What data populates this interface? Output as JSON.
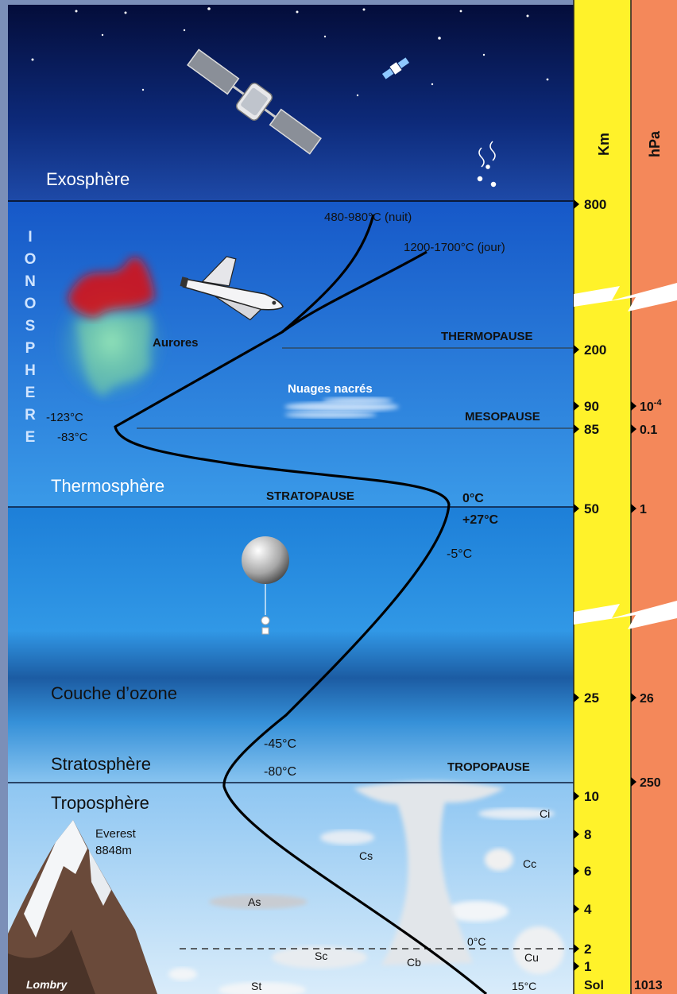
{
  "layers": {
    "exosphere": "Exosphère",
    "thermosphere": "Thermosphère",
    "ozone": "Couche d’ozone",
    "stratosphere": "Stratosphère",
    "troposphere": "Troposphère"
  },
  "ionosphere_letters": [
    "I",
    "O",
    "N",
    "O",
    "S",
    "P",
    "H",
    "E",
    "R",
    "E"
  ],
  "boundaries": {
    "thermopause": "THERMOPAUSE",
    "mesopause": "MESOPAUSE",
    "stratopause": "STRATOPAUSE",
    "tropopause": "TROPOPAUSE"
  },
  "temperatures": {
    "night": "480-980°C (nuit)",
    "day": "1200-1700°C (jour)",
    "meso_top": "-123°C",
    "meso_bottom": "-83°C",
    "strato_a": "0°C",
    "strato_b": "+27°C",
    "strato_c": "-5°C",
    "tropo_a": "-45°C",
    "tropo_b": "-80°C",
    "freeze": "0°C",
    "ground": "15°C"
  },
  "labels": {
    "aurores": "Aurores",
    "nuages_nacres": "Nuages nacrés",
    "everest_name": "Everest",
    "everest_height": "8848m",
    "signature": "Lombry"
  },
  "clouds": {
    "ci": "Ci",
    "cs": "Cs",
    "cc": "Cc",
    "as": "As",
    "sc": "Sc",
    "cb": "Cb",
    "cu": "Cu",
    "st": "St"
  },
  "scale_km": {
    "header": "Km",
    "ticks": [
      "800",
      "200",
      "90",
      "85",
      "50",
      "25",
      "10",
      "8",
      "6",
      "4",
      "2",
      "1",
      "Sol"
    ]
  },
  "scale_hpa": {
    "header": "hPa",
    "ticks": [
      "10-4",
      "0.1",
      "1",
      "26",
      "250",
      "1013"
    ]
  },
  "colors": {
    "km_band": "#fff22a",
    "hpa_band": "#f4885a",
    "space_top": "#06123f",
    "sky_blue": "#3c9ae8"
  }
}
